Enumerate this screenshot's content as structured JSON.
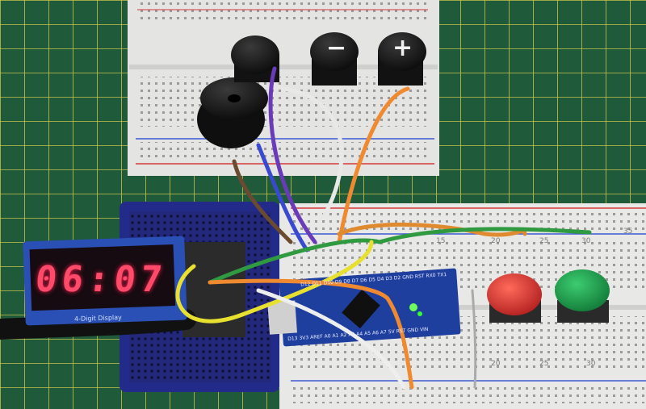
{
  "photo": {
    "display": {
      "digits": "06:07",
      "board_label": "4-Digit Display",
      "segment_color": "#ff3a5c",
      "module_color": "#2a4fb5"
    },
    "buttons": {
      "minus_symbol": "−",
      "plus_symbol": "+",
      "red_button_color": "#d83030",
      "green_button_color": "#1f9a4a"
    },
    "nano": {
      "top_pins": [
        "D12",
        "D11",
        "D10",
        "D9",
        "D8",
        "D7",
        "D6",
        "D5",
        "D4",
        "D3",
        "D2",
        "GND",
        "RST",
        "RX0",
        "TX1"
      ],
      "bottom_pins": [
        "D13",
        "3V3",
        "AREF",
        "A0",
        "A1",
        "A2",
        "A3",
        "A4",
        "A5",
        "A6",
        "A7",
        "5V",
        "RST",
        "GND",
        "VIN"
      ],
      "board_color": "#1f3f9e"
    },
    "breadboard_numbers": [
      "15",
      "20",
      "25",
      "30",
      "35",
      "20",
      "25",
      "30"
    ],
    "colors": {
      "cutting_mat": "#1f5a3a",
      "grid_line": "#c8c24a",
      "breadboard": "#ececec",
      "rail_red": "#d43a3a",
      "rail_blue": "#3a5ad4"
    }
  }
}
